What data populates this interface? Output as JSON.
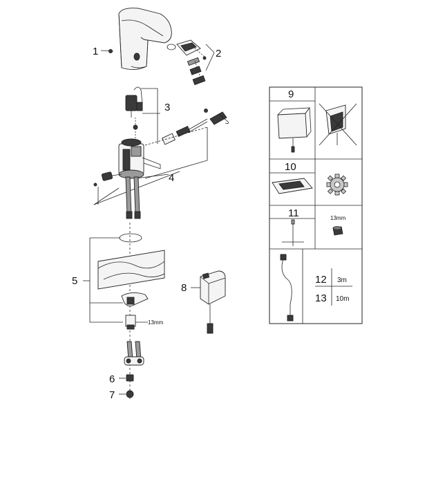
{
  "callouts": {
    "c1": "1",
    "c2": "2",
    "c3": "3",
    "c4": "4",
    "c5": "5",
    "c6": "6",
    "c7": "7",
    "c8": "8"
  },
  "dimensions": {
    "wrench_left": "13mm"
  },
  "table": {
    "r9": "9",
    "r10": "10",
    "r11": "11",
    "r11_size": "13mm",
    "r12": "12",
    "r12_len": "3m",
    "r13": "13",
    "r13_len": "10m"
  },
  "colors": {
    "line": "#222222",
    "fill_light": "#f4f4f4",
    "fill_dark": "#3a3a3a"
  }
}
